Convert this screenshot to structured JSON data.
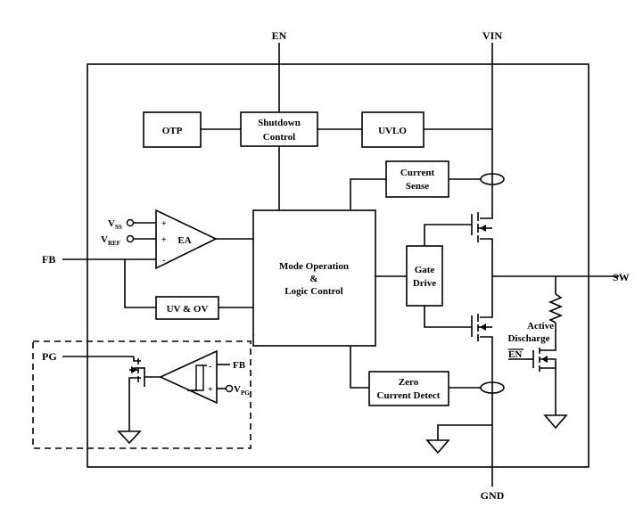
{
  "pins": {
    "en": "EN",
    "vin": "VIN",
    "fb": "FB",
    "sw": "SW",
    "pg": "PG",
    "gnd": "GND"
  },
  "blocks": {
    "otp": "OTP",
    "shutdown_line1": "Shutdown",
    "shutdown_line2": "Control",
    "uvlo": "UVLO",
    "current_sense_line1": "Current",
    "current_sense_line2": "Sense",
    "mode_line1": "Mode Operation",
    "mode_line2": "&",
    "mode_line3": "Logic Control",
    "gate_line1": "Gate",
    "gate_line2": "Drive",
    "uvov": "UV & OV",
    "zcd_line1": "Zero",
    "zcd_line2": "Current Detect",
    "active_line1": "Active",
    "active_line2": "Discharge"
  },
  "signals": {
    "vss_main": "V",
    "vss_sub": "SS",
    "vref_main": "V",
    "vref_sub": "REF",
    "ea": "EA",
    "plus": "+",
    "minus": "-",
    "en_bar": "EN",
    "comp_fb": "FB",
    "vpg_main": "V",
    "vpg_sub": "PG"
  }
}
